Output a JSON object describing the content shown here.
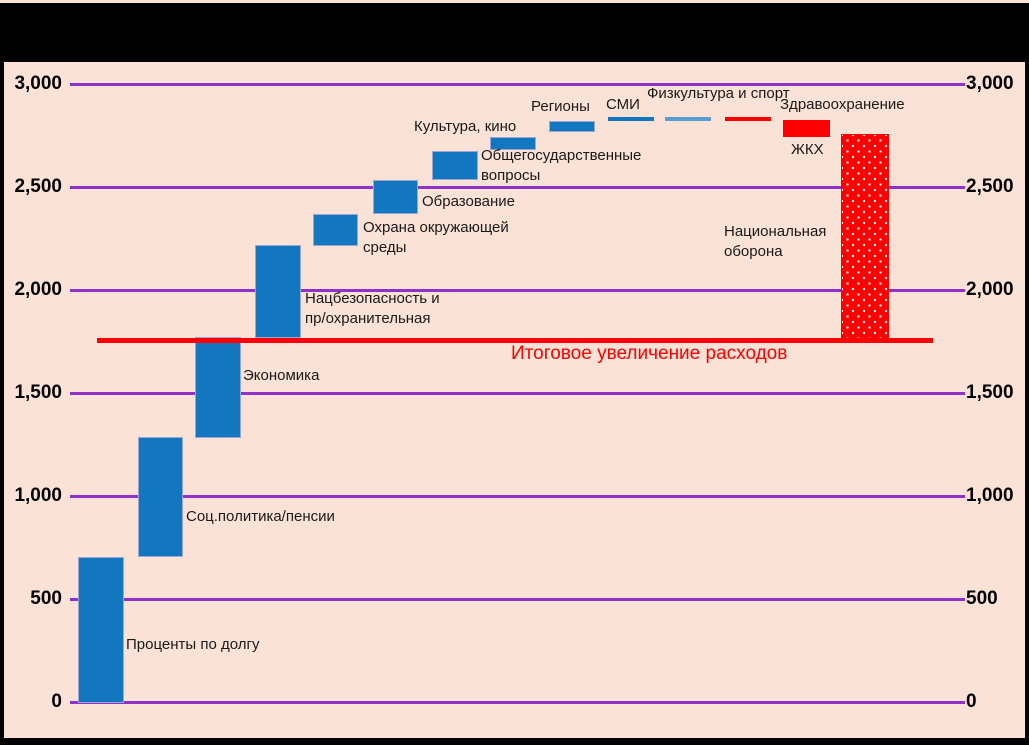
{
  "chart_data": {
    "type": "bar",
    "chart_subtype": "waterfall",
    "title": "",
    "xlabel": "",
    "ylabel": "",
    "ylim": [
      0,
      3000
    ],
    "yticks": [
      "0",
      "500",
      "1,000",
      "1,500",
      "2,000",
      "2,500",
      "3,000"
    ],
    "ytick_values": [
      0,
      500,
      1000,
      1500,
      2000,
      2500,
      3000
    ],
    "grid": true,
    "dual_axis": true,
    "axis_label_side": "both",
    "categories": [
      "Проценты по долгу",
      "Соц.политика/пенсии",
      "Экономика",
      "Нацбезопасность и пр/охранительная",
      "Охрана окружающей среды",
      "Образование",
      "Общегосударственные вопросы",
      "Культура, кино",
      "Регионы",
      "СМИ",
      "Физкультура и спорт",
      "ЖКХ",
      "Здравоохранение",
      "Национальная оборона"
    ],
    "waterfall_steps": [
      {
        "label": "Проценты по долгу",
        "start": 0,
        "end": 720,
        "value": 720,
        "color": "#1277bf"
      },
      {
        "label": "Соц.политика/пенсии",
        "start": 720,
        "end": 1300,
        "value": 580,
        "color": "#1277bf"
      },
      {
        "label": "Экономика",
        "start": 1300,
        "end": 1790,
        "value": 490,
        "color": "#1277bf"
      },
      {
        "label": "Нацбезопасность и пр/охранительная",
        "start": 1790,
        "end": 2230,
        "value": 440,
        "color": "#1277bf"
      },
      {
        "label": "Охрана окружающей среды",
        "start": 2230,
        "end": 2380,
        "value": 150,
        "color": "#1277bf"
      },
      {
        "label": "Образование",
        "start": 2380,
        "end": 2540,
        "value": 160,
        "color": "#1277bf"
      },
      {
        "label": "Общегосударственные вопросы",
        "start": 2540,
        "end": 2670,
        "value": 130,
        "color": "#1277bf"
      },
      {
        "label": "Культура, кино",
        "start": 2670,
        "end": 2720,
        "value": 50,
        "color": "#1277bf"
      },
      {
        "label": "Регионы",
        "start": 2720,
        "end": 2765,
        "value": 45,
        "color": "#1277bf"
      },
      {
        "label": "СМИ",
        "start": 2765,
        "end": 2780,
        "value": 15,
        "color": "#1277bf"
      },
      {
        "label": "Физкультура и спорт",
        "start": 2780,
        "end": 2792,
        "value": 12,
        "color": "#5a9bd4"
      },
      {
        "label": "ЖКХ",
        "start": 2792,
        "end": 2800,
        "value": 8,
        "color": "#fe0000"
      },
      {
        "label": "Здравоохранение",
        "start": 2800,
        "end": 2730,
        "value": -70,
        "color": "#fe0000"
      },
      {
        "label": "Национальная оборона",
        "start": 2730,
        "end": 1790,
        "value": -940,
        "color": "#fe0000"
      }
    ],
    "reference_line": {
      "label": "Итоговое увеличение расходов",
      "value": 1790,
      "color": "#fe0000"
    },
    "colors": {
      "background": "#fae2d6",
      "increase": "#1277bf",
      "increase_light": "#5a9bd4",
      "decrease": "#fe0000",
      "gridline": "#9031c9",
      "frame": "#000000",
      "text": "#1a1a1a"
    }
  },
  "axis": {
    "left": [
      "3,000",
      "2,500",
      "2,000",
      "1,500",
      "1,000",
      "500",
      "0"
    ],
    "right": [
      "3,000",
      "2,500",
      "2,000",
      "1,500",
      "1,000",
      "500",
      "0"
    ]
  },
  "labels": {
    "debt_interest": "Проценты по долгу",
    "social_policy": "Соц.политика/пенсии",
    "economy": "Экономика",
    "security_line1": "Нацбезопасность и",
    "security_line2": "пр/охранительная",
    "environment_line1": "Охрана окружающей",
    "environment_line2": "среды",
    "education": "Образование",
    "state_line1": "Общегосударственные",
    "state_line2": "вопросы",
    "culture": "Культура, кино",
    "regions": "Регионы",
    "smi": "СМИ",
    "sport": "Физкультура и спорт",
    "health": "Здравоохранение",
    "zhkh": "ЖКХ",
    "defense_line1": "Национальная",
    "defense_line2": "оборона",
    "total_increase": "Итоговое увеличение расходов"
  }
}
